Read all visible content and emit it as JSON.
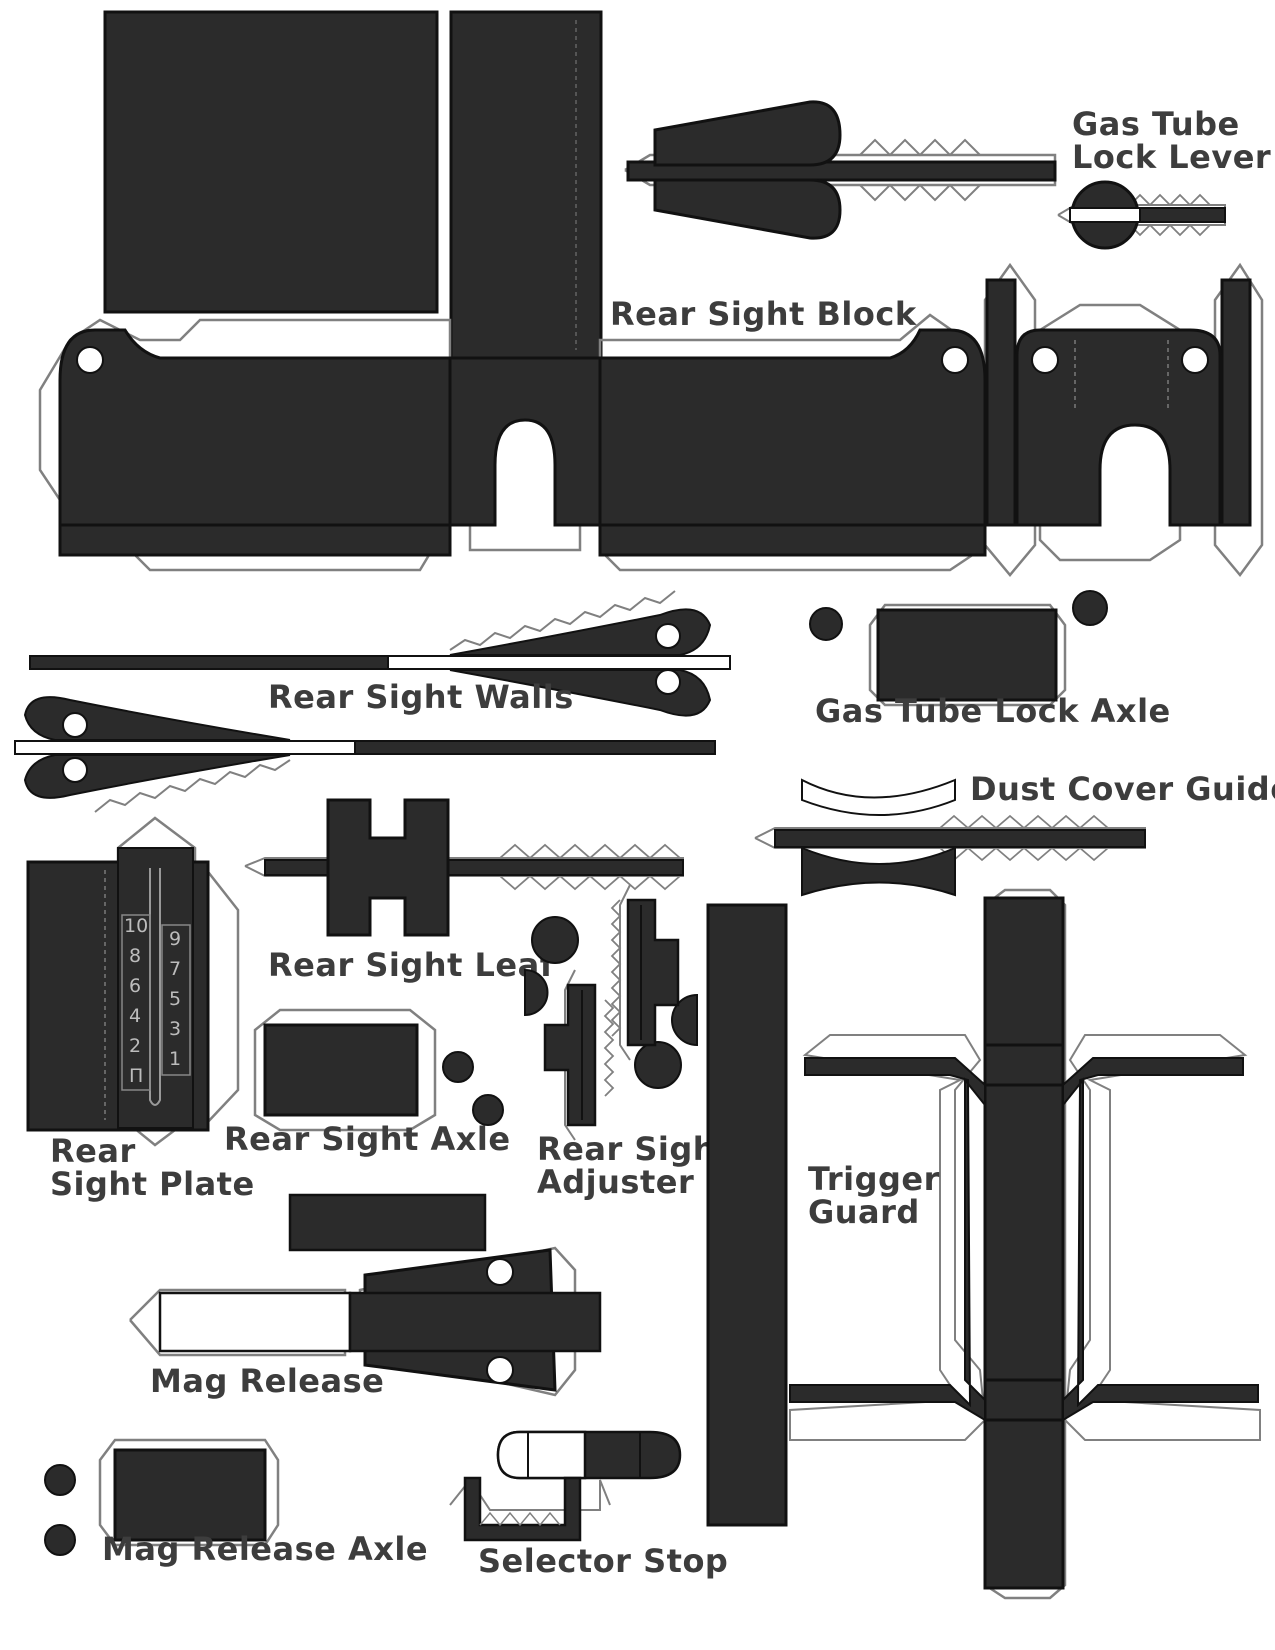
{
  "labels": {
    "gas_tube_lock_lever": [
      "Gas Tube",
      "Lock Lever"
    ],
    "rear_sight_block": "Rear Sight Block",
    "rear_sight_walls": "Rear Sight Walls",
    "gas_tube_lock_axle": "Gas Tube Lock Axle",
    "dust_cover_guide": "Dust Cover Guide",
    "rear_sight_leaf": "Rear Sight Leaf",
    "rear_sight_plate": [
      "Rear",
      "Sight Plate"
    ],
    "rear_sight_axle": "Rear Sight Axle",
    "rear_sight_adjuster": [
      "Rear Sight",
      "Adjuster"
    ],
    "trigger_guard": [
      "Trigger",
      "Guard"
    ],
    "mag_release": "Mag Release",
    "mag_release_axle": "Mag Release Axle",
    "selector_stop": "Selector Stop"
  },
  "range_scale": {
    "left": [
      "10",
      "8",
      "6",
      "4",
      "2",
      "П"
    ],
    "right": [
      "9",
      "7",
      "5",
      "3",
      "1"
    ]
  },
  "colors": {
    "part_fill": "#2b2b2b",
    "part_edge": "#0f0f0f",
    "glue_tab_outline": "#808080",
    "label_text": "#3d3d3d"
  }
}
